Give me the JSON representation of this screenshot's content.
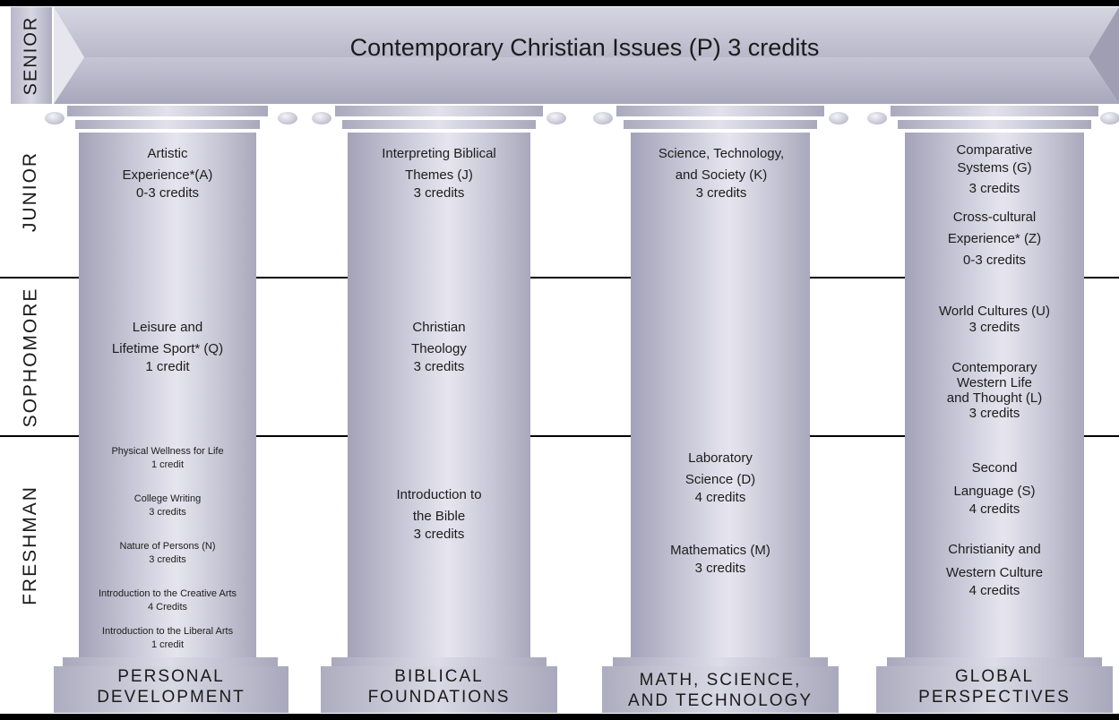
{
  "title": "Contemporary Christian Issues (P) 3 credits",
  "years": {
    "senior": "SENIOR",
    "junior": "JUNIOR",
    "sophomore": "SOPHOMORE",
    "freshman": "FRESHMAN"
  },
  "pillars": [
    {
      "name": [
        "PERSONAL",
        "DEVELOPMENT"
      ],
      "junior": [
        "Artistic",
        "Experience*(A)",
        "0-3 credits"
      ],
      "sophomore": [
        "Leisure and",
        "Lifetime Sport* (Q)",
        "1 credit"
      ],
      "freshman": [
        [
          "Physical Wellness for Life",
          "1 credit"
        ],
        [
          "College Writing",
          "3 credits"
        ],
        [
          "Nature of Persons (N)",
          "3 credits"
        ],
        [
          "Introduction to the Creative Arts",
          "4 Credits"
        ],
        [
          "Introduction to the Liberal Arts",
          "1 credit"
        ]
      ]
    },
    {
      "name": [
        "BIBLICAL",
        "FOUNDATIONS"
      ],
      "junior": [
        "Interpreting Biblical",
        "Themes (J)",
        "3 credits"
      ],
      "sophomore": [
        "Christian",
        "Theology",
        "3 credits"
      ],
      "freshman": [
        "Introduction to",
        "the Bible",
        "3 credits"
      ]
    },
    {
      "name": [
        "MATH, SCIENCE,",
        "AND TECHNOLOGY"
      ],
      "junior": [
        "Science, Technology,",
        "and Society (K)",
        "3 credits"
      ],
      "sophomore": [],
      "freshman": [
        [
          "Laboratory",
          "Science (D)",
          "4 credits"
        ],
        [
          "Mathematics (M)",
          "3 credits"
        ]
      ]
    },
    {
      "name": [
        "GLOBAL",
        "PERSPECTIVES"
      ],
      "junior": [
        [
          "Comparative",
          "Systems (G)",
          "3 credits"
        ],
        [
          "Cross-cultural",
          "Experience* (Z)",
          "0-3 credits"
        ]
      ],
      "sophomore": [
        [
          "World Cultures (U)",
          "3 credits"
        ],
        [
          "Contemporary",
          "Western Life",
          "and Thought (L)",
          "3 credits"
        ]
      ],
      "freshman": [
        [
          "Second",
          "Language (S)",
          "4 credits"
        ],
        [
          "Christianity and",
          "Western Culture",
          "4 credits"
        ]
      ]
    }
  ]
}
